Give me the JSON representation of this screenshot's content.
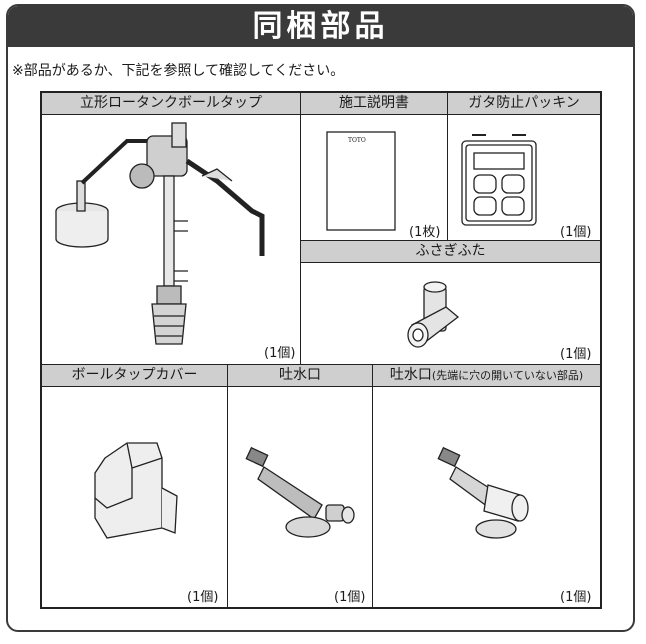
{
  "title": "同梱部品",
  "note": "※部品があるか、下記を参照して確認してください。",
  "parts": {
    "float_valve": {
      "label": "立形ロータンクボールタップ",
      "qty": "(1個)"
    },
    "manual": {
      "label": "施工説明書",
      "qty": "(1枚)",
      "brand": "TOTO"
    },
    "packing": {
      "label": "ガタ防止パッキン",
      "qty": "(1個)"
    },
    "cap": {
      "label": "ふさぎふた",
      "qty": "(1個)"
    },
    "cover": {
      "label": "ボールタップカバー",
      "qty": "(1個)"
    },
    "spout": {
      "label": "吐水口",
      "qty": "(1個)"
    },
    "spout2": {
      "label": "吐水口",
      "label_note": "(先端に穴の開いていない部品)",
      "qty": "(1個)"
    }
  }
}
